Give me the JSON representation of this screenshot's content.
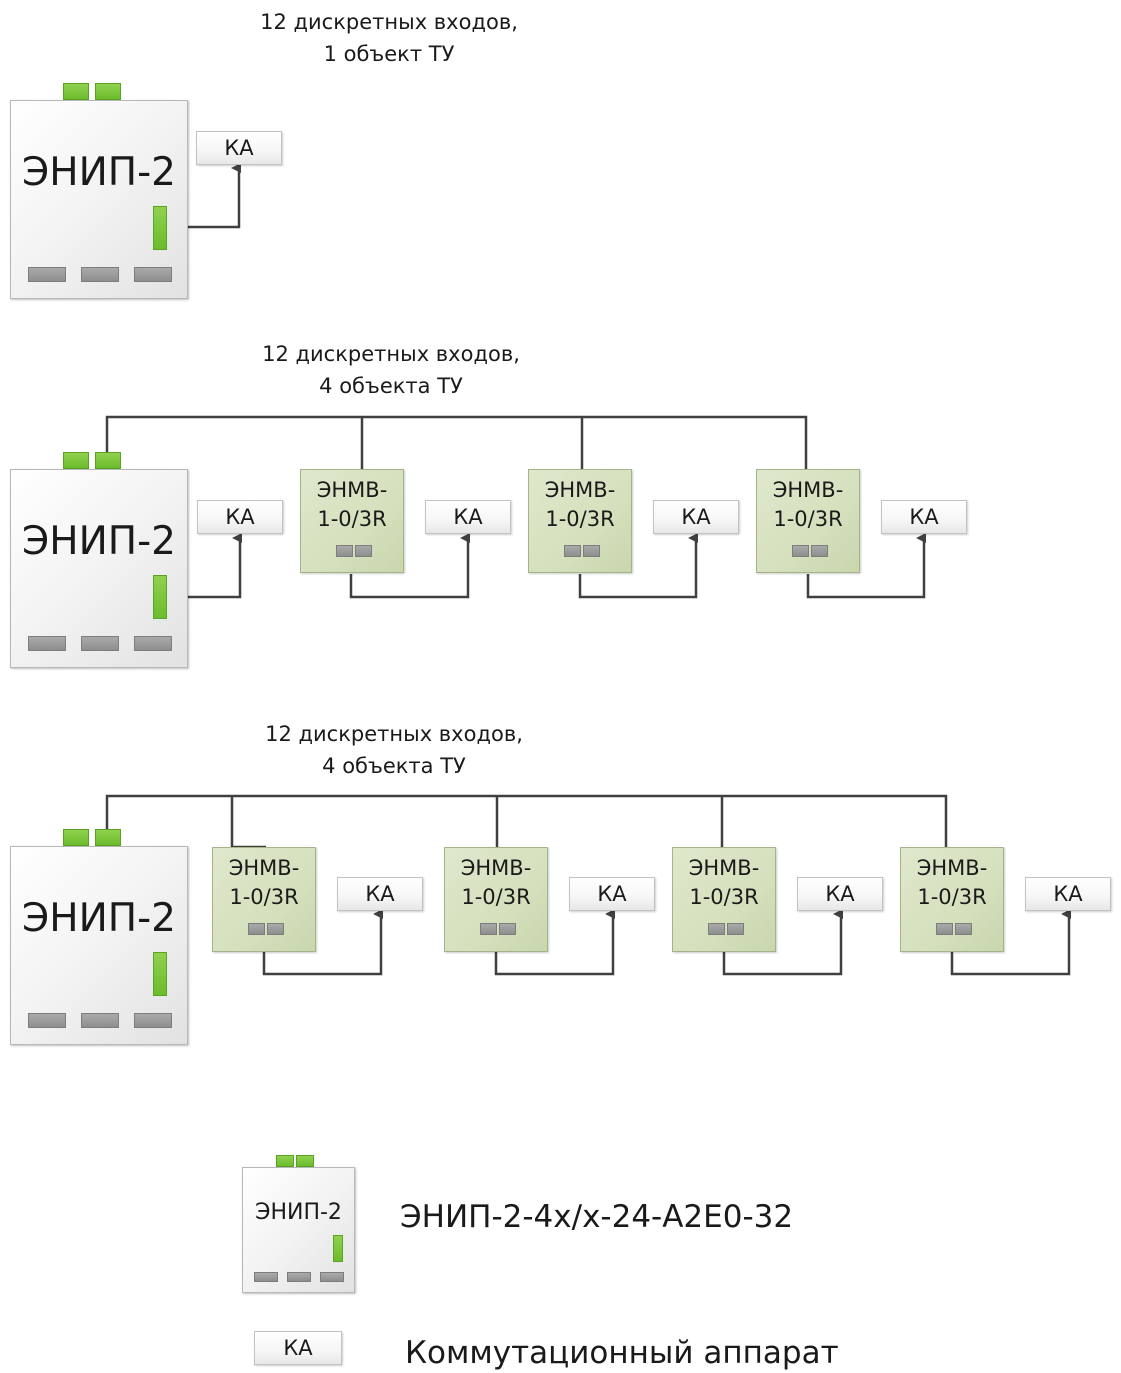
{
  "device_name": "ЭНИП-2",
  "module_line1": "ЭНМВ-",
  "module_line2": "1-0/3R",
  "ka_label": "КА",
  "sections": [
    {
      "caption": "12 дискретных входов,\n1 объект ТУ"
    },
    {
      "caption": "12 дискретных входов,\n4 объекта ТУ"
    },
    {
      "caption": "12 дискретных входов,\n4 объекта ТУ"
    }
  ],
  "legend": {
    "device_description": "ЭНИП-2-4х/х-24-А2Е0-32",
    "ka_description": "Коммутационный аппарат"
  },
  "colors": {
    "port_green": "#6cbc2c",
    "port_gray": "#8e8e8e",
    "module_fill": "#d5e0bd",
    "wire": "#404040"
  },
  "icons": [
    "arrow-up-icon"
  ]
}
